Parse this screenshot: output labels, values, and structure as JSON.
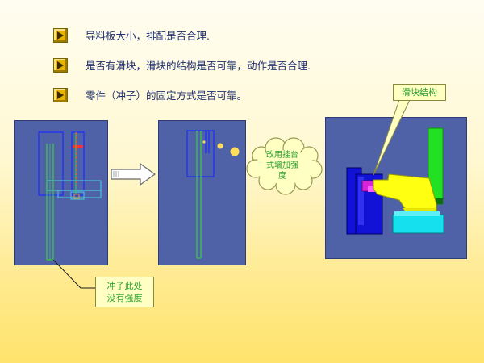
{
  "bullets": [
    {
      "text": "导料板大小，排配是否合理."
    },
    {
      "text": "是否有滑块，滑块的结构是否可靠，动作是否合理."
    },
    {
      "text": "零件（冲子）的固定方式是否可靠。"
    }
  ],
  "callouts": {
    "slider_structure": "滑块结构",
    "punch_weak_line1": "冲子此处",
    "punch_weak_line2": "没有强度",
    "cloud_line1": "改用挂台",
    "cloud_line2": "式增加强",
    "cloud_line3": "度"
  },
  "icons": {
    "bullet": "play-triangle-icon",
    "arrow": "right-arrow-icon",
    "cloud": "thought-cloud-icon"
  },
  "colors": {
    "panel_bg": "#4f61a7",
    "callout_text": "#2fa32f",
    "callout_bg": "#ffffc4",
    "bullet_text": "#1f2f6e"
  }
}
